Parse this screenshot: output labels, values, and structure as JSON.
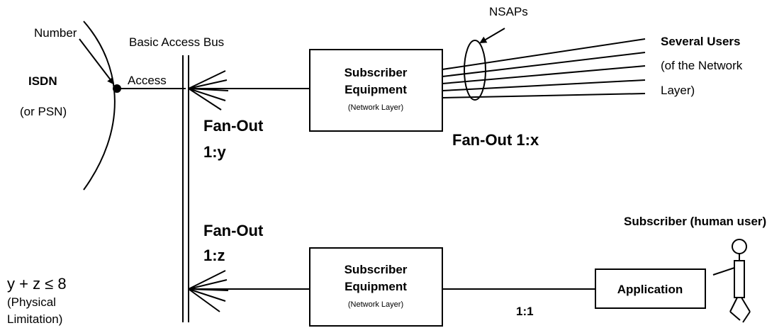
{
  "labels": {
    "number": "Number",
    "isdn": "ISDN",
    "or_psn": "(or PSN)",
    "basic_access_bus": "Basic Access Bus",
    "access": "Access",
    "fanout_y_title": "Fan-Out",
    "fanout_y_ratio": "1:y",
    "fanout_z_title": "Fan-Out",
    "fanout_z_ratio": "1:z",
    "fanout_x": "Fan-Out 1:x",
    "nsaps": "NSAPs",
    "several_users": "Several Users",
    "several_users_line2": "(of the Network",
    "several_users_line3": "Layer)",
    "subscriber_human": "Subscriber (human user)",
    "constraint": "y + z ≤ 8",
    "physical_line1": "(Physical",
    "physical_line2": "Limitation)",
    "one_to_one": "1:1"
  },
  "boxes": {
    "upper_equipment": {
      "line1": "Subscriber",
      "line2": "Equipment",
      "line3": "(Network Layer)"
    },
    "lower_equipment": {
      "line1": "Subscriber",
      "line2": "Equipment",
      "line3": "(Network Layer)"
    },
    "application": "Application"
  }
}
